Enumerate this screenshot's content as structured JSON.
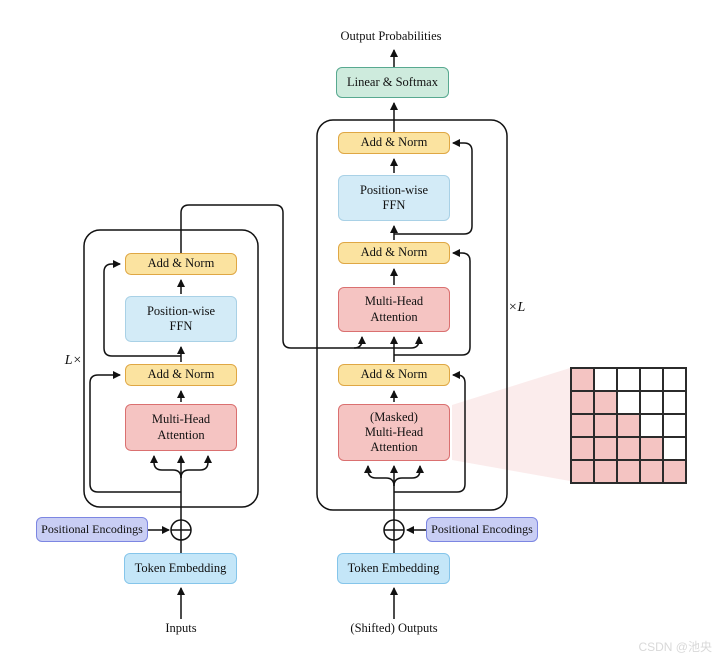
{
  "diagram": {
    "title_note": "Transformer architecture diagram",
    "output_label": "Output Probabilities",
    "linear_softmax_label": "Linear & Softmax",
    "decoder": {
      "add_norm_top": "Add & Norm",
      "ffn": "Position-wise\nFFN",
      "add_norm_mid": "Add & Norm",
      "mha": "Multi-Head\nAttention",
      "add_norm_bottom": "Add & Norm",
      "masked_mha": "(Masked)\nMulti-Head\nAttention",
      "repeat_label": "×L"
    },
    "encoder": {
      "add_norm_top": "Add & Norm",
      "ffn": "Position-wise\nFFN",
      "add_norm_bottom": "Add & Norm",
      "mha": "Multi-Head\nAttention",
      "repeat_label": "L×"
    },
    "positional_encodings_left": "Positional Encodings",
    "positional_encodings_right": "Positional Encodings",
    "token_embedding_left": "Token Embedding",
    "token_embedding_right": "Token Embedding",
    "inputs_label": "Inputs",
    "outputs_label": "(Shifted) Outputs",
    "mask": {
      "rows": [
        [
          1,
          0,
          0,
          0,
          0
        ],
        [
          1,
          1,
          0,
          0,
          0
        ],
        [
          1,
          1,
          1,
          0,
          0
        ],
        [
          1,
          1,
          1,
          1,
          0
        ],
        [
          1,
          1,
          1,
          1,
          1
        ]
      ]
    },
    "colors": {
      "yellow_fill": "#FBE3A0",
      "yellow_border": "#DFA744",
      "ffn_fill": "#D3EBF7",
      "ffn_border": "#A9D1E6",
      "embed_fill": "#C4E6F8",
      "embed_border": "#85C5EA",
      "pink_fill": "#F5C4C2",
      "pink_border": "#DA7070",
      "green_fill": "#CEEBDD",
      "green_border": "#58A990",
      "purple_fill": "#C9CEF4",
      "purple_border": "#7C86E2",
      "mask_fill": "#F4C4C2",
      "watermark_color": "#D9D9D9"
    },
    "watermark": "CSDN @池央"
  }
}
